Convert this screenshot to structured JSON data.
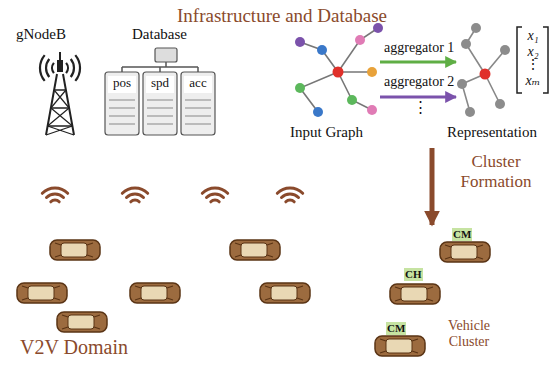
{
  "diagram": {
    "nodes": [
      {
        "text": [
          "Infrastructure and Database"
        ]
      },
      {
        "text": [
          "V2V Domain"
        ]
      },
      {
        "text": [
          "Vehicle Cluster"
        ],
        "in": 1
      }
    ],
    "edges": [
      {
        "from": 0,
        "to": 2,
        "arrow": "to",
        "label": "Cluster Formation"
      }
    ],
    "labels": [
      "gNodeB",
      "Database",
      "pos",
      "spd",
      "acc",
      "Input Graph",
      "aggregator 1",
      "aggregator 2",
      "⋮",
      "Representation",
      "x₁",
      "x₂",
      "⋮",
      "xₘ",
      "CM",
      "CH",
      "CM"
    ]
  }
}
